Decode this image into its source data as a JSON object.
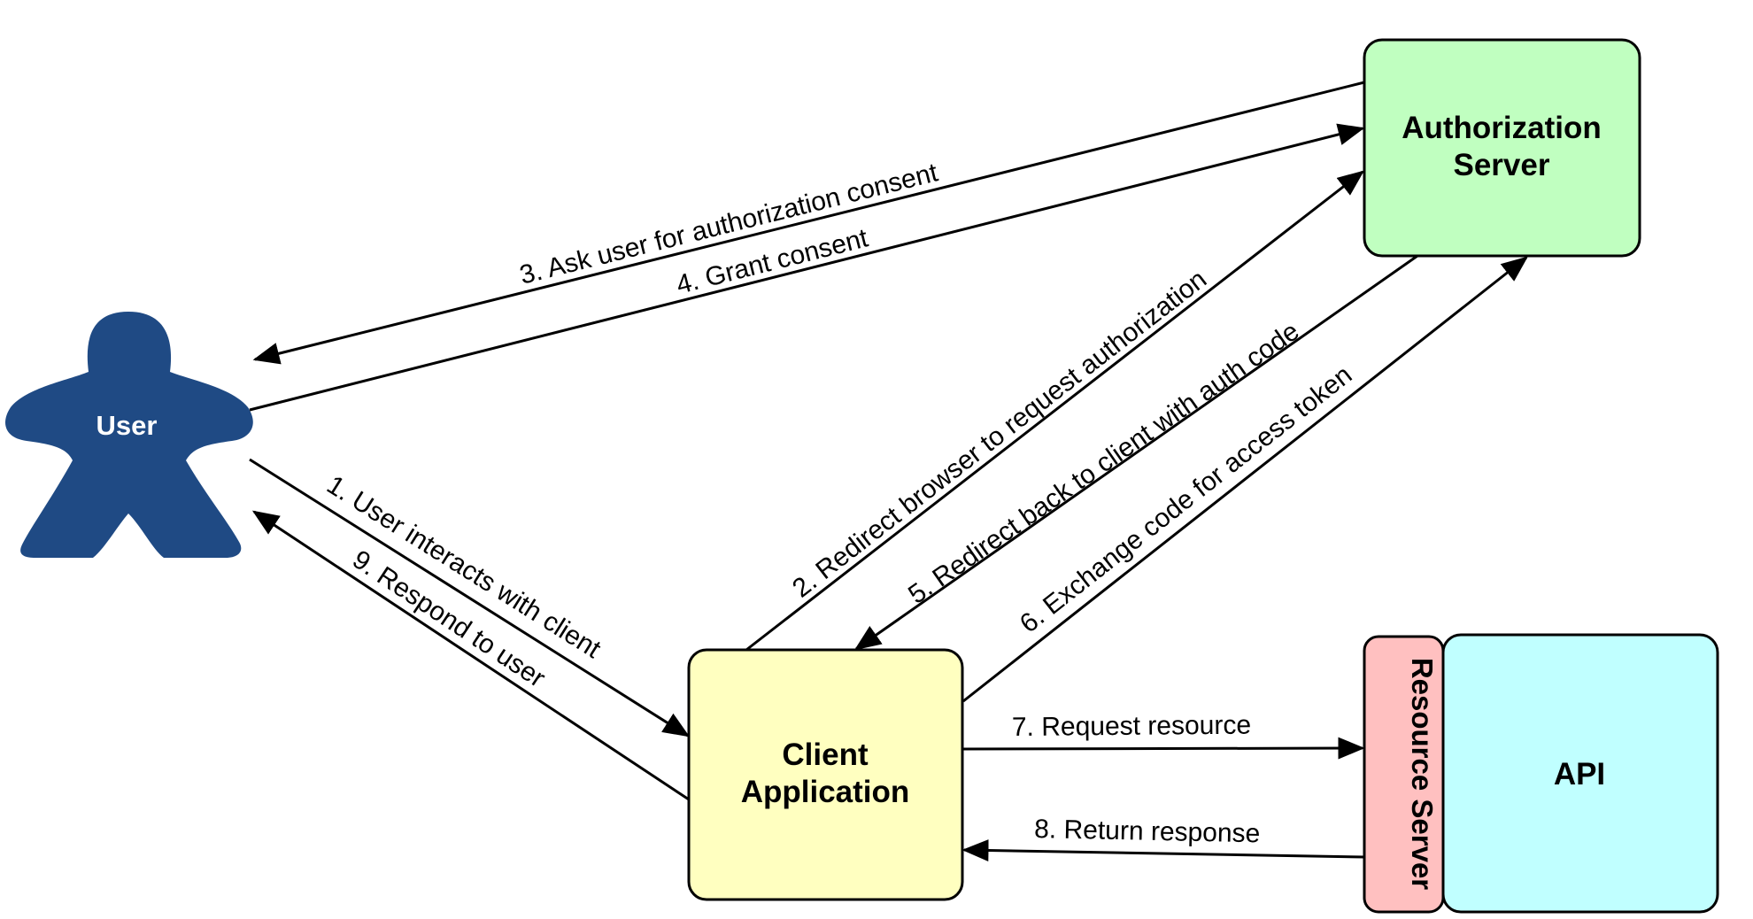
{
  "nodes": {
    "user": {
      "label": "User",
      "color": "#1f4a84"
    },
    "auth_server": {
      "label_line1": "Authorization",
      "label_line2": "Server",
      "color": "#c0ffc0"
    },
    "client_app": {
      "label_line1": "Client",
      "label_line2": "Application",
      "color": "#ffffc0"
    },
    "resource_server": {
      "label": "Resource Server",
      "color": "#ffc0c0"
    },
    "api": {
      "label": "API",
      "color": "#c0ffff"
    }
  },
  "steps": {
    "s1": "1. User interacts with client",
    "s2": "2. Redirect browser to request authorization",
    "s3": "3. Ask user for authorization consent",
    "s4": "4. Grant consent",
    "s5": "5. Redirect back to client with auth code",
    "s6": "6. Exchange code for access token",
    "s7": "7. Request resource",
    "s8": "8. Return response",
    "s9": "9. Respond to user"
  }
}
